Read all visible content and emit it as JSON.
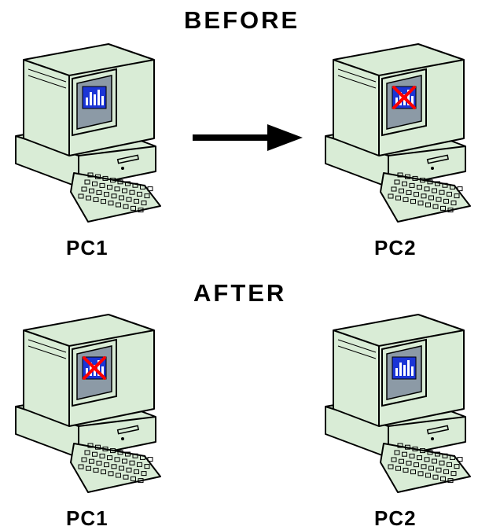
{
  "before": {
    "heading": "BEFORE",
    "pc1": {
      "label": "PC1",
      "screen_state": "chart-present"
    },
    "pc2": {
      "label": "PC2",
      "screen_state": "chart-crossed-out"
    },
    "arrow": {
      "from": "PC1",
      "to": "PC2",
      "icon": "right-arrow-icon"
    }
  },
  "after": {
    "heading": "AFTER",
    "pc1": {
      "label": "PC1",
      "screen_state": "chart-crossed-out"
    },
    "pc2": {
      "label": "PC2",
      "screen_state": "chart-present"
    }
  },
  "colors": {
    "pc_body": "#d9ecd6",
    "outline": "#000000",
    "screen": "#8c9aa6",
    "chart_bg": "#1b35d6",
    "chart_bars": "#ffffff",
    "cross": "#ff0000",
    "background": "#ffffff"
  }
}
